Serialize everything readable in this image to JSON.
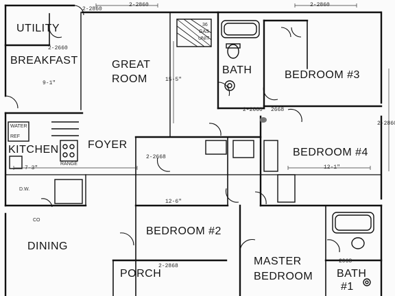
{
  "rooms": {
    "utility": "UTILITY",
    "breakfast": "BREAKFAST",
    "great_room_1": "GREAT",
    "great_room_2": "ROOM",
    "bath": "BATH",
    "bedroom3": "BEDROOM #3",
    "kitchen": "KITCHEN",
    "foyer": "FOYER",
    "bedroom4": "BEDROOM #4",
    "dining": "DINING",
    "bedroom2": "BEDROOM #2",
    "porch": "PORCH",
    "master_1": "MASTER",
    "master_2": "BEDROOM",
    "bath1_1": "BATH",
    "bath1_2": "#1"
  },
  "fixtures": {
    "water_heater": "WATER",
    "ref": "REF",
    "range": "RANGE",
    "dw": "D.W.",
    "gas_unit_1": "36",
    "gas_unit_2": "GAS",
    "gas_unit_3": "UNIT",
    "co": "CO"
  },
  "dimensions": {
    "top_left": "2-2860",
    "top_mid": "2-2860",
    "top_right": "2-2860",
    "util_door": "2-2660",
    "bath_door": "2-2660",
    "bath_door2": "2668",
    "bed2_top": "2-2668",
    "kitchen_left": "7-3\"",
    "bed4_width": "12-1\"",
    "great_room_h": "15-5\"",
    "bed2_h": "12-6\"",
    "porch_dim": "2-2868",
    "bath1_dim": "2068",
    "great_w": "9-1\"",
    "right_edge": "2-2860"
  }
}
